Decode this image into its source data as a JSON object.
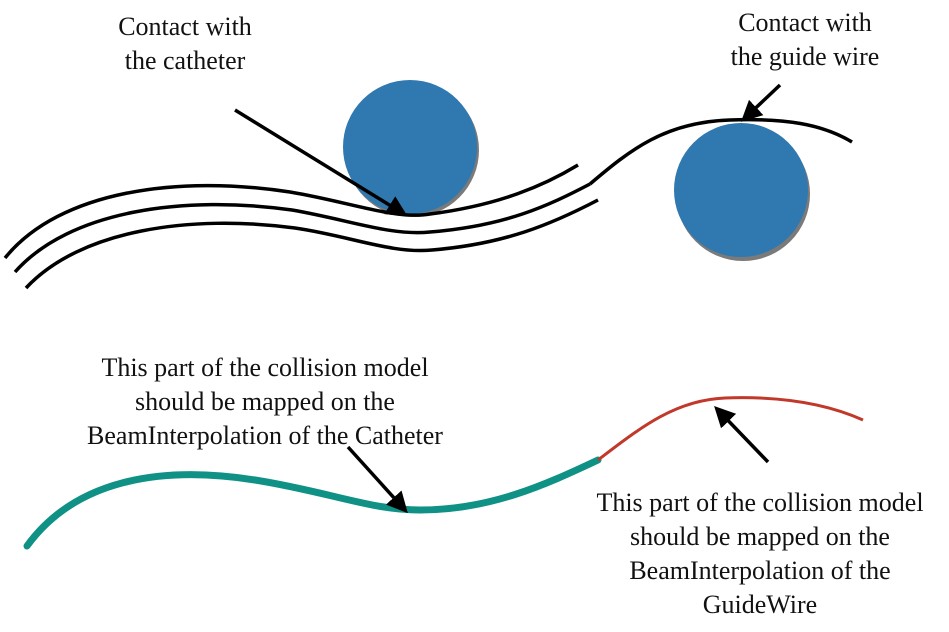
{
  "labels": {
    "catheter_contact": [
      "Contact with",
      "the catheter"
    ],
    "guidewire_contact": [
      "Contact with",
      "the guide wire"
    ],
    "catheter_mapping": [
      "This part of the collision model",
      "should be mapped on the",
      "BeamInterpolation of the Catheter"
    ],
    "guidewire_mapping": [
      "This part of the collision model",
      "should be mapped on the",
      "BeamInterpolation of the",
      "GuideWire"
    ]
  },
  "colors": {
    "obstacle": "#2f78b0",
    "obstacle_shadow": "#7a7a7a",
    "wire": "#000000",
    "catheter_model": "#0f9185",
    "guidewire_model": "#c0392b",
    "arrow": "#000000"
  }
}
